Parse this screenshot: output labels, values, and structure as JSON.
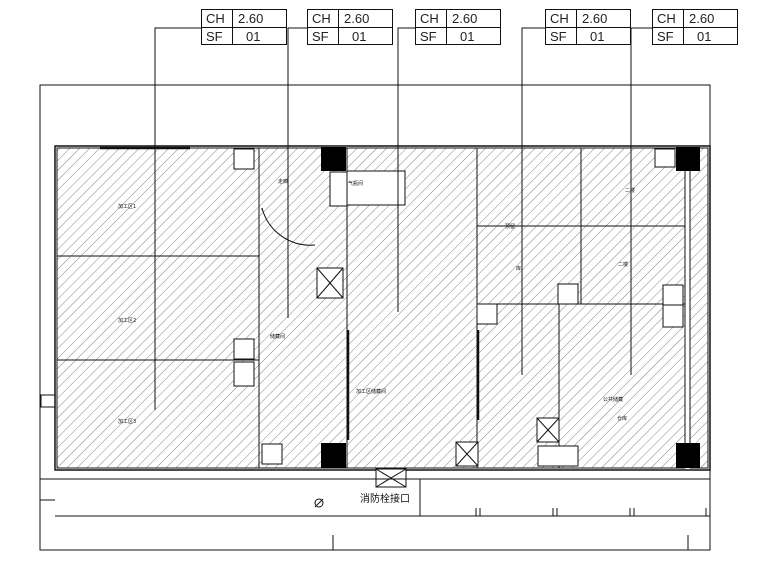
{
  "ceiling_tags": [
    {
      "ch_label": "CH",
      "ch_value": "2.60",
      "sf_label": "SF",
      "sf_value": "01"
    },
    {
      "ch_label": "CH",
      "ch_value": "2.60",
      "sf_label": "SF",
      "sf_value": "01"
    },
    {
      "ch_label": "CH",
      "ch_value": "2.60",
      "sf_label": "SF",
      "sf_value": "01"
    },
    {
      "ch_label": "CH",
      "ch_value": "2.60",
      "sf_label": "SF",
      "sf_value": "01"
    },
    {
      "ch_label": "CH",
      "ch_value": "2.60",
      "sf_label": "SF",
      "sf_value": "01"
    }
  ],
  "corridor_label": "消防栓接口",
  "room_labels": {
    "left_top": "加工区1",
    "left_mid": "加工区2",
    "left_bot": "加工区3",
    "hall": "走廊",
    "storage": "储藏间",
    "toilet": "气瓶间",
    "center": "加工区储藏间",
    "right_a": "预留",
    "right_b": "库",
    "right_c": "二楼",
    "right_d": "二楼",
    "right_e": "公共储藏",
    "right_f": "仓库"
  },
  "colors": {
    "line": "#111111",
    "hatch": "#6a6a6a",
    "fill": "#000000"
  }
}
